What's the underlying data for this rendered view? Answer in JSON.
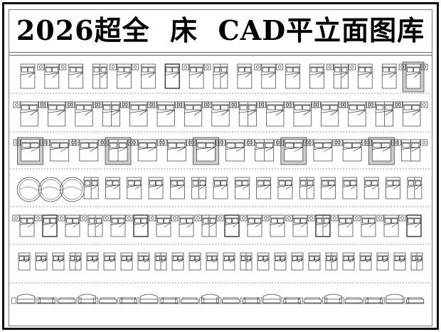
{
  "title": "2026超全  床  CAD平立面图库",
  "colors": {
    "line": "#333333",
    "frame": "#111111",
    "hatch": "#9a9a9a"
  },
  "rows": [
    {
      "count": 17,
      "symbol": "bed-plan"
    },
    {
      "count": 15,
      "symbol": "bed-plan-with-nightstands"
    },
    {
      "count": 14,
      "symbol": "bed-plan-with-rug"
    },
    {
      "count": 19,
      "symbol": "bed-plan-mixed-round"
    },
    {
      "count": 18,
      "symbol": "bed-plan-detailed"
    },
    {
      "count": 24,
      "symbol": "bed-plan-small"
    },
    {
      "count": 20,
      "symbol": "bed-elevation"
    }
  ]
}
